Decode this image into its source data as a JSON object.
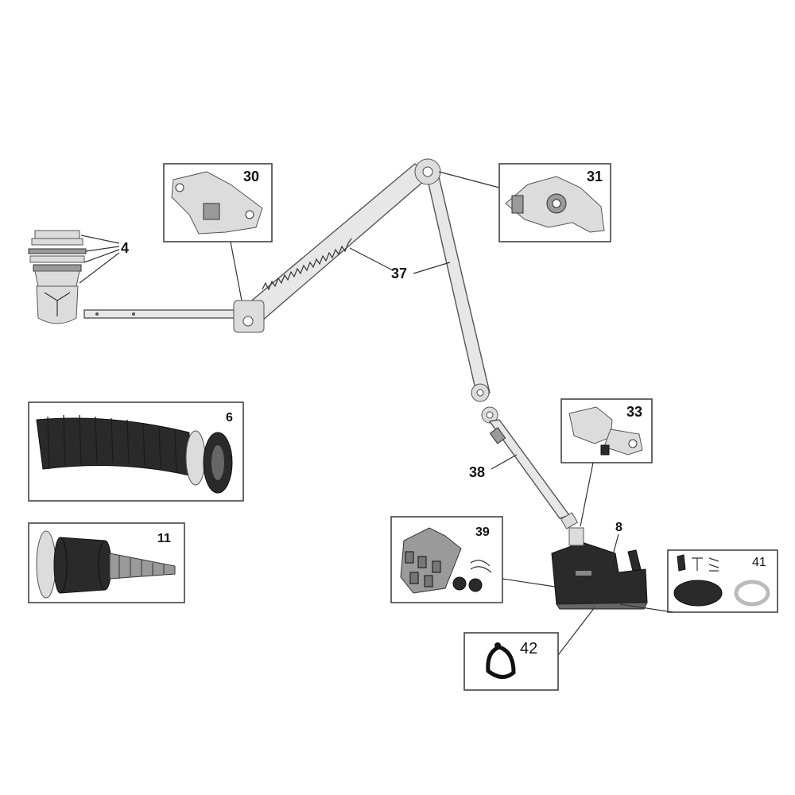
{
  "callouts": {
    "p4": "4",
    "p6": "6",
    "p8": "8",
    "p11": "11",
    "p30": "30",
    "p31": "31",
    "p33": "33",
    "p37": "37",
    "p38": "38",
    "p39": "39",
    "p41": "41",
    "p42": "42"
  },
  "colors": {
    "line": "#333333",
    "part_dark": "#2a2a2a",
    "part_light": "#e7e7e7"
  }
}
